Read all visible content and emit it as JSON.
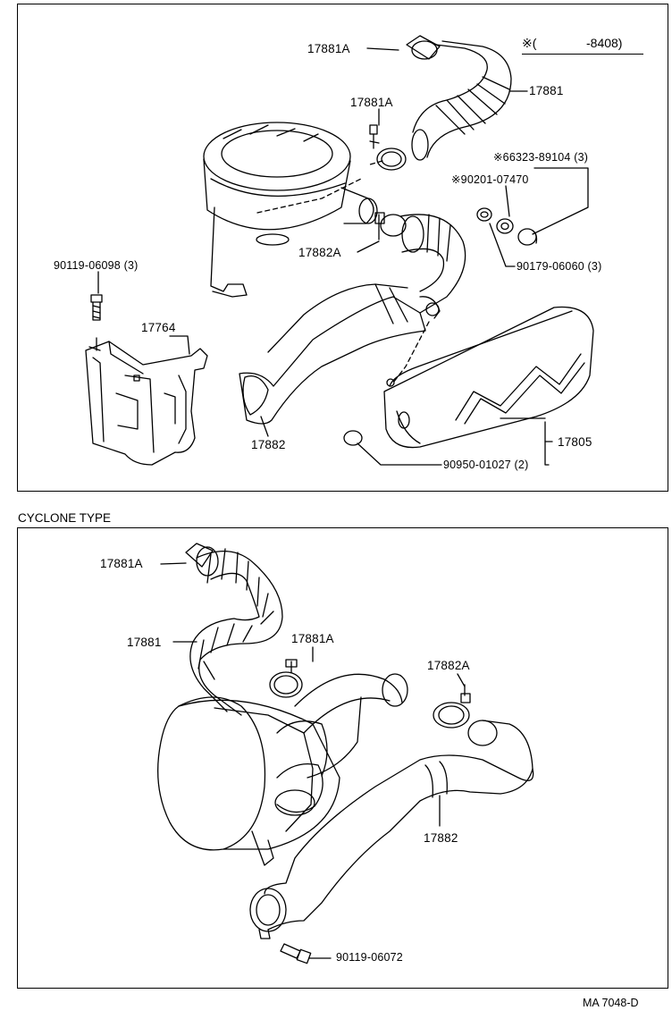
{
  "top_panel": {
    "note": {
      "symbol": "※(",
      "range": "-8408)"
    },
    "labels": {
      "hose_clamp_a_1": "17881A",
      "hose_clamp_a_2": "17881A",
      "hose_upper": "17881",
      "gasket_note": "※66323-89104 (3)",
      "grommet_note": "※90201-07470",
      "hose_clamp_b": "17882A",
      "bolt_top": "90119-06098 (3)",
      "grommet_collar": "90179-06060 (3)",
      "bracket": "17764",
      "inlet_duct": "17882",
      "resonator": "17805",
      "plug": "90950-01027 (2)"
    }
  },
  "section_title": "CYCLONE TYPE",
  "bottom_panel": {
    "labels": {
      "hose_clamp_a_1": "17881A",
      "hose_upper": "17881",
      "hose_clamp_a_2": "17881A",
      "hose_clamp_b": "17882A",
      "inlet_duct": "17882",
      "bolt": "90119-06072"
    }
  },
  "doc_id": "MA 7048-D"
}
